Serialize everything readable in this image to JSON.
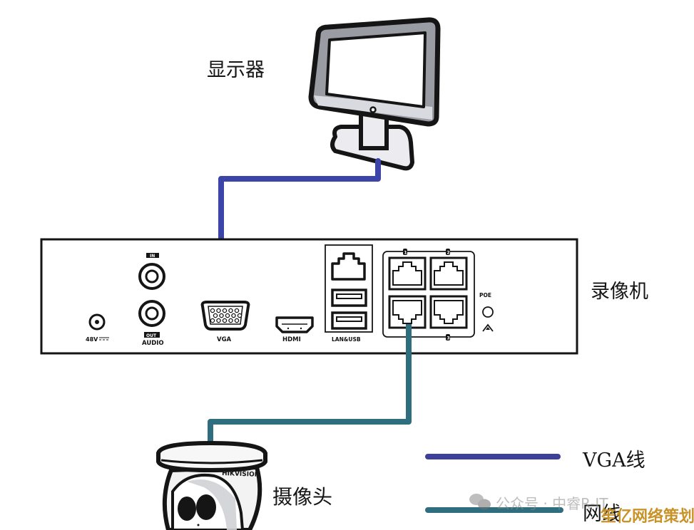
{
  "labels": {
    "monitor": "显示器",
    "nvr": "录像机",
    "camera": "摄像头",
    "camera_brand": "HIKVISION"
  },
  "ports": {
    "power": "48V",
    "audio_in": "IN",
    "audio_out": "OUT",
    "audio": "AUDIO",
    "vga": "VGA",
    "hdmi": "HDMI",
    "lan_usb": "LAN&USB",
    "poe": "POE",
    "poe_port_numbers": [
      "1",
      "2",
      "3"
    ]
  },
  "legend": {
    "items": [
      {
        "label": "VGA线",
        "color": "#3d3f98"
      },
      {
        "label": "网线",
        "color": "#2f6e7e"
      }
    ]
  },
  "cables": {
    "vga_color": "#3d44a8",
    "network_color": "#2f6e7e"
  },
  "watermark": {
    "text1": "公众号 · 中睿R-IT",
    "text2": "笙亿网络策划",
    "text2_color": "#c9932a"
  }
}
